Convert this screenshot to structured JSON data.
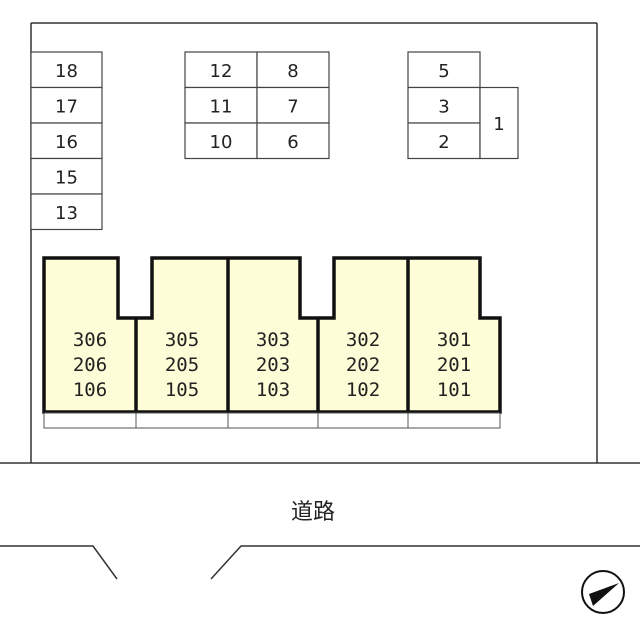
{
  "parking": {
    "left_column": [
      "18",
      "17",
      "16",
      "15",
      "13"
    ],
    "middle_grid": [
      [
        "12",
        "8"
      ],
      [
        "11",
        "7"
      ],
      [
        "10",
        "6"
      ]
    ],
    "right_column": [
      "5",
      "3",
      "2"
    ],
    "right_tall": "1"
  },
  "building": {
    "fill_color": "#fdfdd8",
    "units": [
      [
        "306",
        "206",
        "106"
      ],
      [
        "305",
        "205",
        "105"
      ],
      [
        "303",
        "203",
        "103"
      ],
      [
        "302",
        "202",
        "102"
      ],
      [
        "301",
        "201",
        "101"
      ]
    ]
  },
  "road": {
    "label": "道路"
  },
  "compass": {
    "icon": "north-arrow-icon"
  }
}
